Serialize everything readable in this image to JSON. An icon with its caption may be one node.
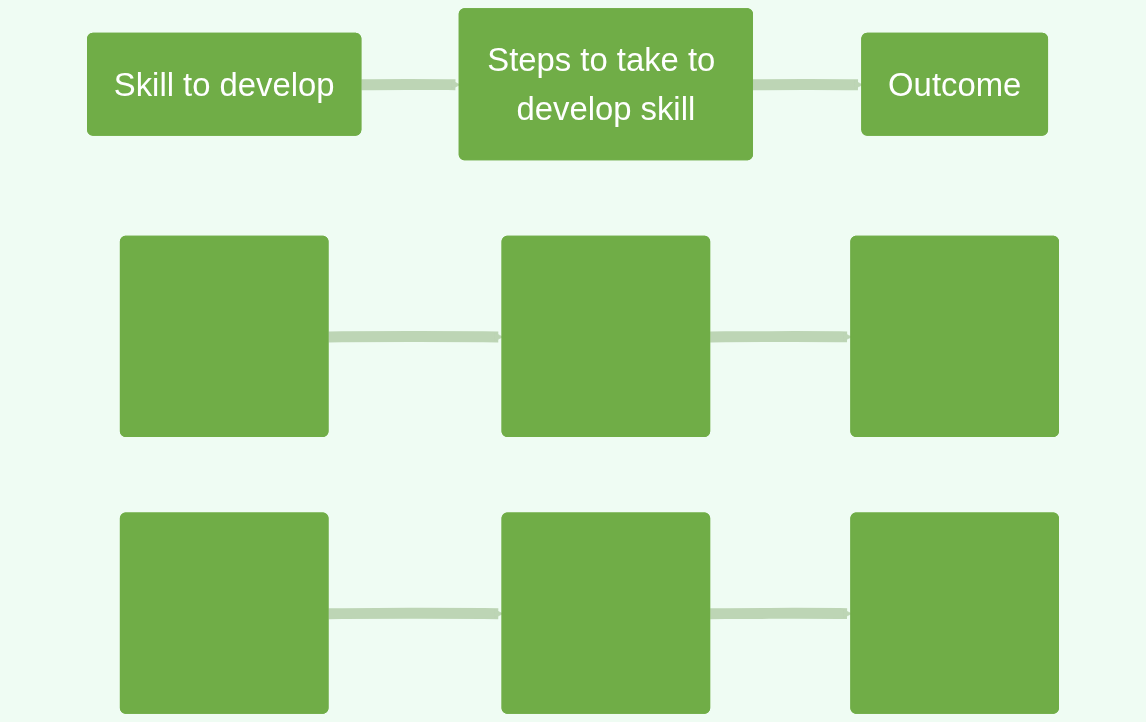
{
  "diagram": {
    "nodes": [
      {
        "text": [
          "Skill to develop"
        ]
      },
      {
        "text": [
          "Steps to take to develop skill"
        ]
      },
      {
        "text": [
          "Outcome"
        ]
      },
      {
        "text": [],
        "shape": "box"
      },
      {
        "text": [],
        "shape": "box"
      },
      {
        "text": [],
        "shape": "box"
      },
      {
        "text": [],
        "shape": "box"
      },
      {
        "text": [],
        "shape": "box"
      },
      {
        "text": [],
        "shape": "box"
      }
    ],
    "edges": [
      {
        "from": 0,
        "to": 1,
        "arrow": "to"
      },
      {
        "from": 1,
        "to": 2,
        "arrow": "to"
      },
      {
        "from": 3,
        "to": 4,
        "arrow": "to"
      },
      {
        "from": 4,
        "to": 5,
        "arrow": "to"
      },
      {
        "from": 6,
        "to": 7,
        "arrow": "to"
      },
      {
        "from": 7,
        "to": 8,
        "arrow": "to"
      }
    ]
  }
}
